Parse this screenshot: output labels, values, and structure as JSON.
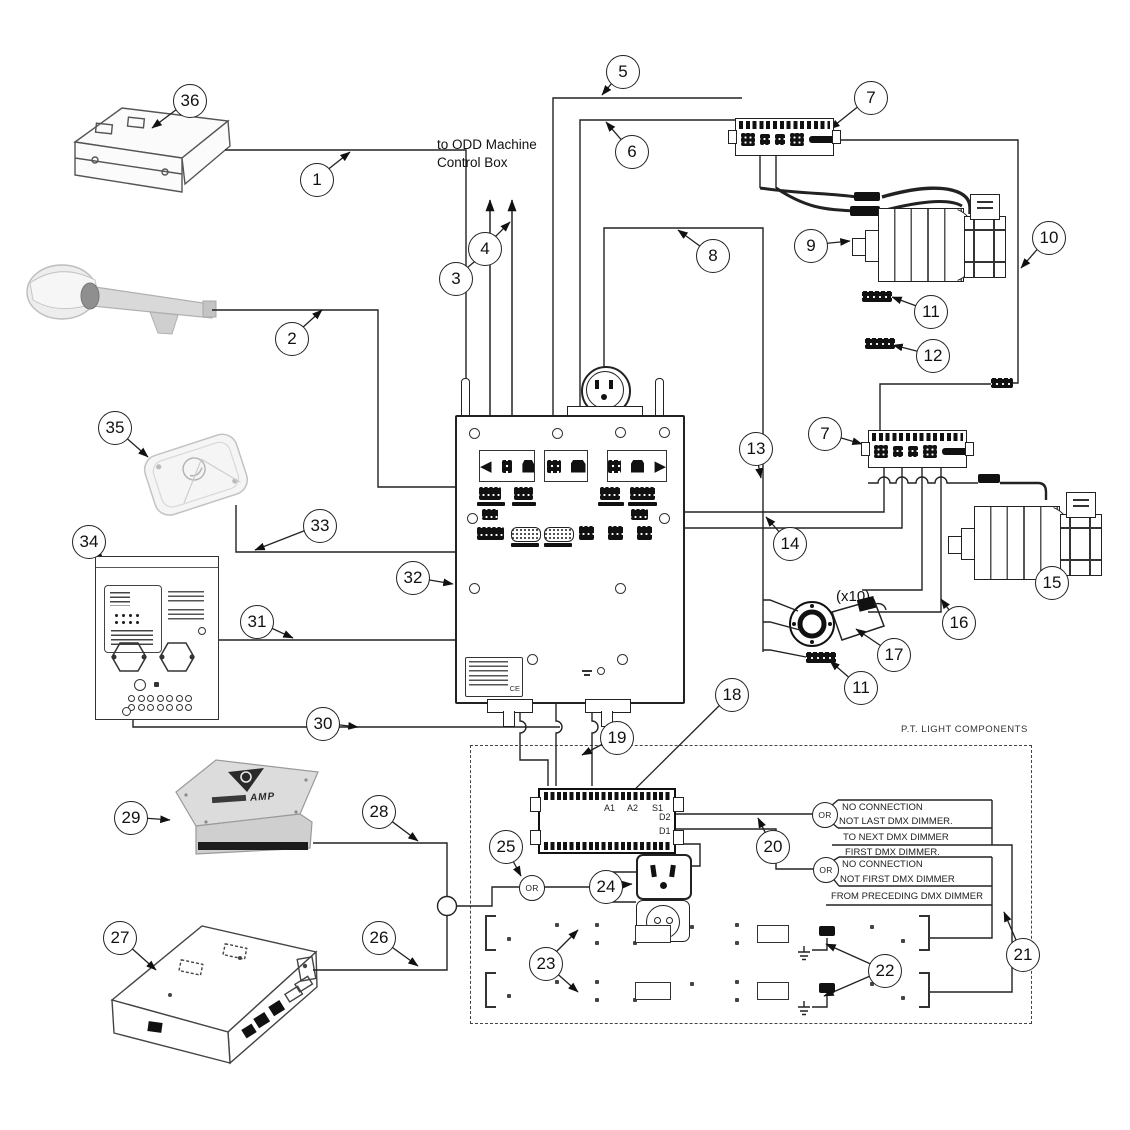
{
  "notes": {
    "odd_machine_line1": "to ODD Machine",
    "odd_machine_line2": "Control Box",
    "x10": "(x10)",
    "pt_light": "P.T. LIGHT COMPONENTS",
    "or": "OR",
    "amp": "AMP",
    "ce": "CE"
  },
  "dimmer": {
    "a1": "A1",
    "a2": "A2",
    "s1": "S1",
    "d2": "D2",
    "d1": "D1"
  },
  "dmx_notes": [
    "NO CONNECTION",
    "NOT LAST DMX DIMMER.",
    "TO NEXT DMX DIMMER",
    "FIRST DMX DIMMER.",
    "NO CONNECTION",
    "NOT FIRST DMX DIMMER",
    "FROM PRECEDING DMX DIMMER"
  ],
  "callouts": {
    "c1": "1",
    "c2": "2",
    "c3": "3",
    "c4": "4",
    "c5": "5",
    "c6": "6",
    "c7a": "7",
    "c7b": "7",
    "c8": "8",
    "c9": "9",
    "c10": "10",
    "c11a": "11",
    "c11b": "11",
    "c12": "12",
    "c13": "13",
    "c14": "14",
    "c15": "15",
    "c16": "16",
    "c17": "17",
    "c18": "18",
    "c19": "19",
    "c20": "20",
    "c21": "21",
    "c22": "22",
    "c23": "23",
    "c24": "24",
    "c25": "25",
    "c26": "26",
    "c27": "27",
    "c28": "28",
    "c29": "29",
    "c30": "30",
    "c31": "31",
    "c32": "32",
    "c33": "33",
    "c34": "34",
    "c35": "35",
    "c36": "36"
  }
}
